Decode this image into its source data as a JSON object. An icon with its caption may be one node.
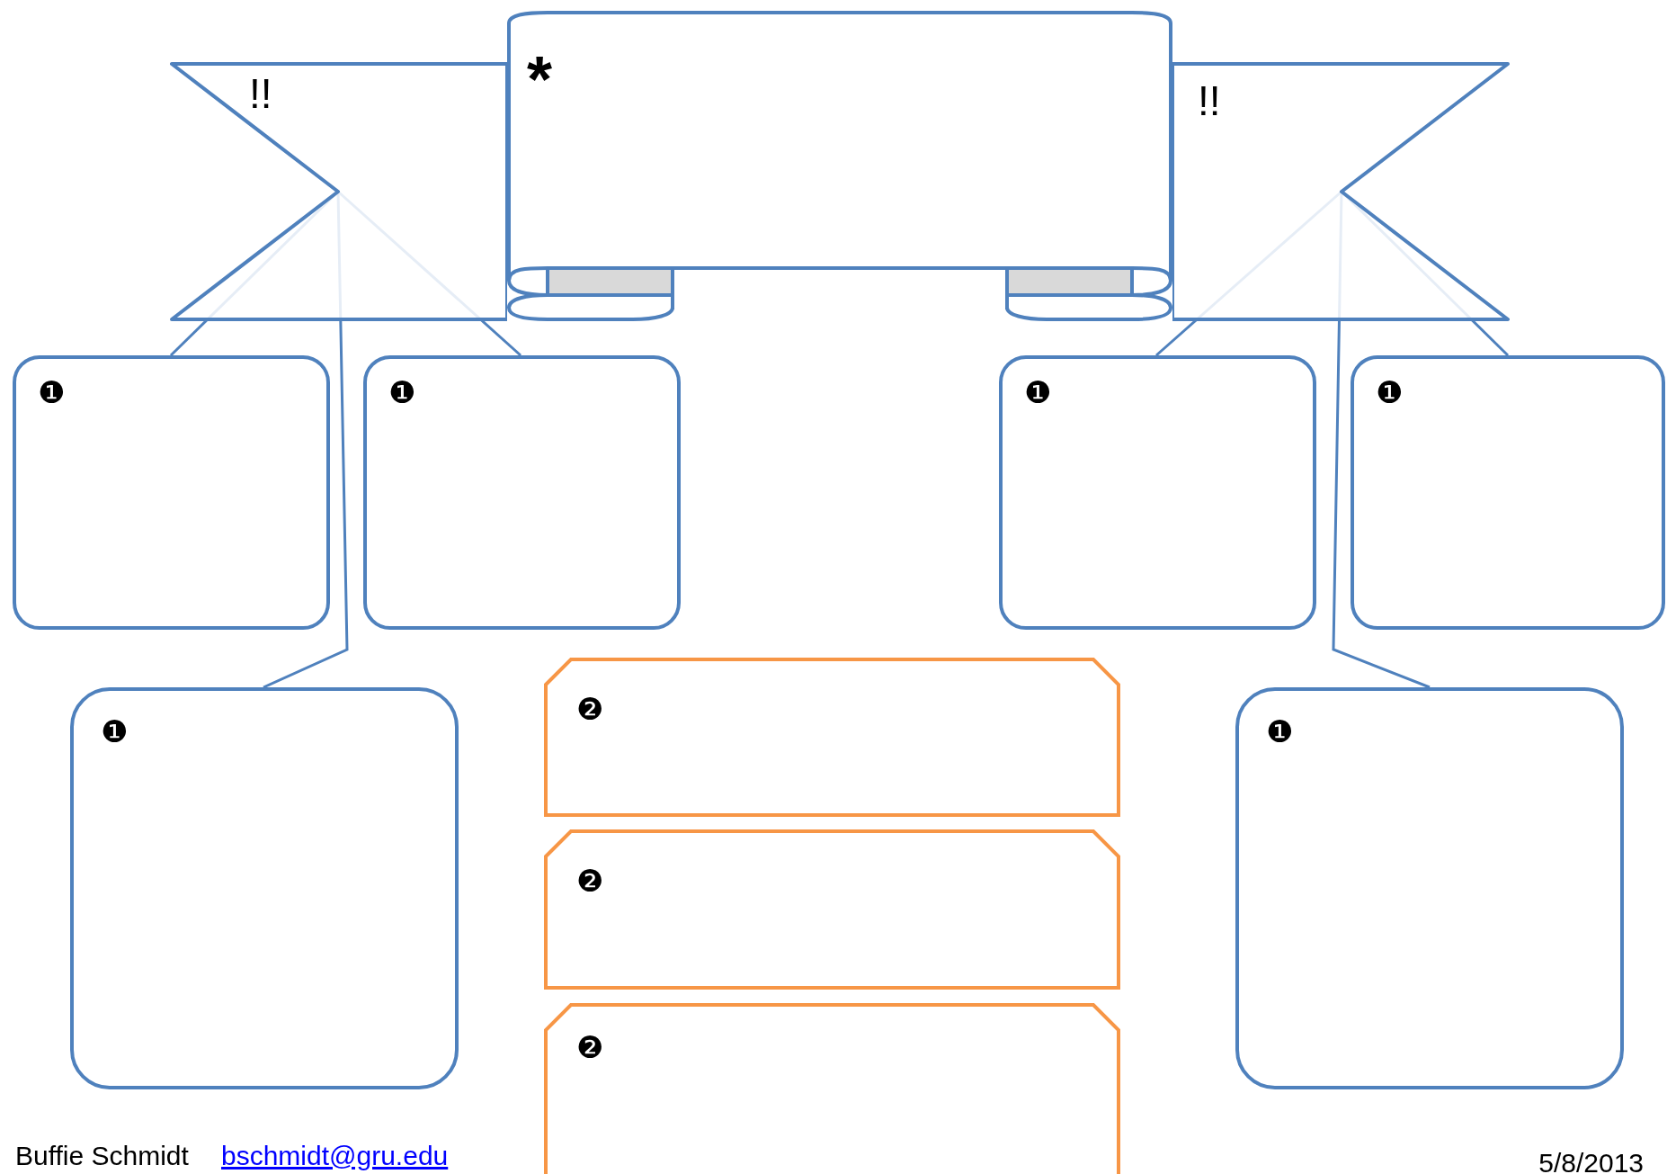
{
  "diagram": {
    "nodes": [
      {
        "text": [
          "*"
        ]
      },
      {
        "text": [
          "!!"
        ]
      },
      {
        "text": [
          "!!"
        ]
      },
      {
        "text": [
          "❶"
        ]
      },
      {
        "text": [
          "❶"
        ]
      },
      {
        "text": [
          "❶"
        ]
      },
      {
        "text": [
          "❶"
        ]
      },
      {
        "text": [
          "❶"
        ]
      },
      {
        "text": [
          "❷"
        ]
      },
      {
        "text": [
          "❶"
        ]
      },
      {
        "text": [
          "❷"
        ]
      },
      {
        "text": [
          "❷"
        ]
      }
    ],
    "edges": [
      {
        "from": 1,
        "to": 3,
        "arrow": "none"
      },
      {
        "from": 1,
        "to": 4,
        "arrow": "none"
      },
      {
        "from": 1,
        "to": 7,
        "arrow": "none"
      },
      {
        "from": 2,
        "to": 5,
        "arrow": "none"
      },
      {
        "from": 2,
        "to": 6,
        "arrow": "none"
      },
      {
        "from": 2,
        "to": 9,
        "arrow": "none"
      }
    ],
    "labels": [
      "Buffie Schmidt",
      "bschmidt@gru.edu",
      "5/8/2013"
    ]
  }
}
